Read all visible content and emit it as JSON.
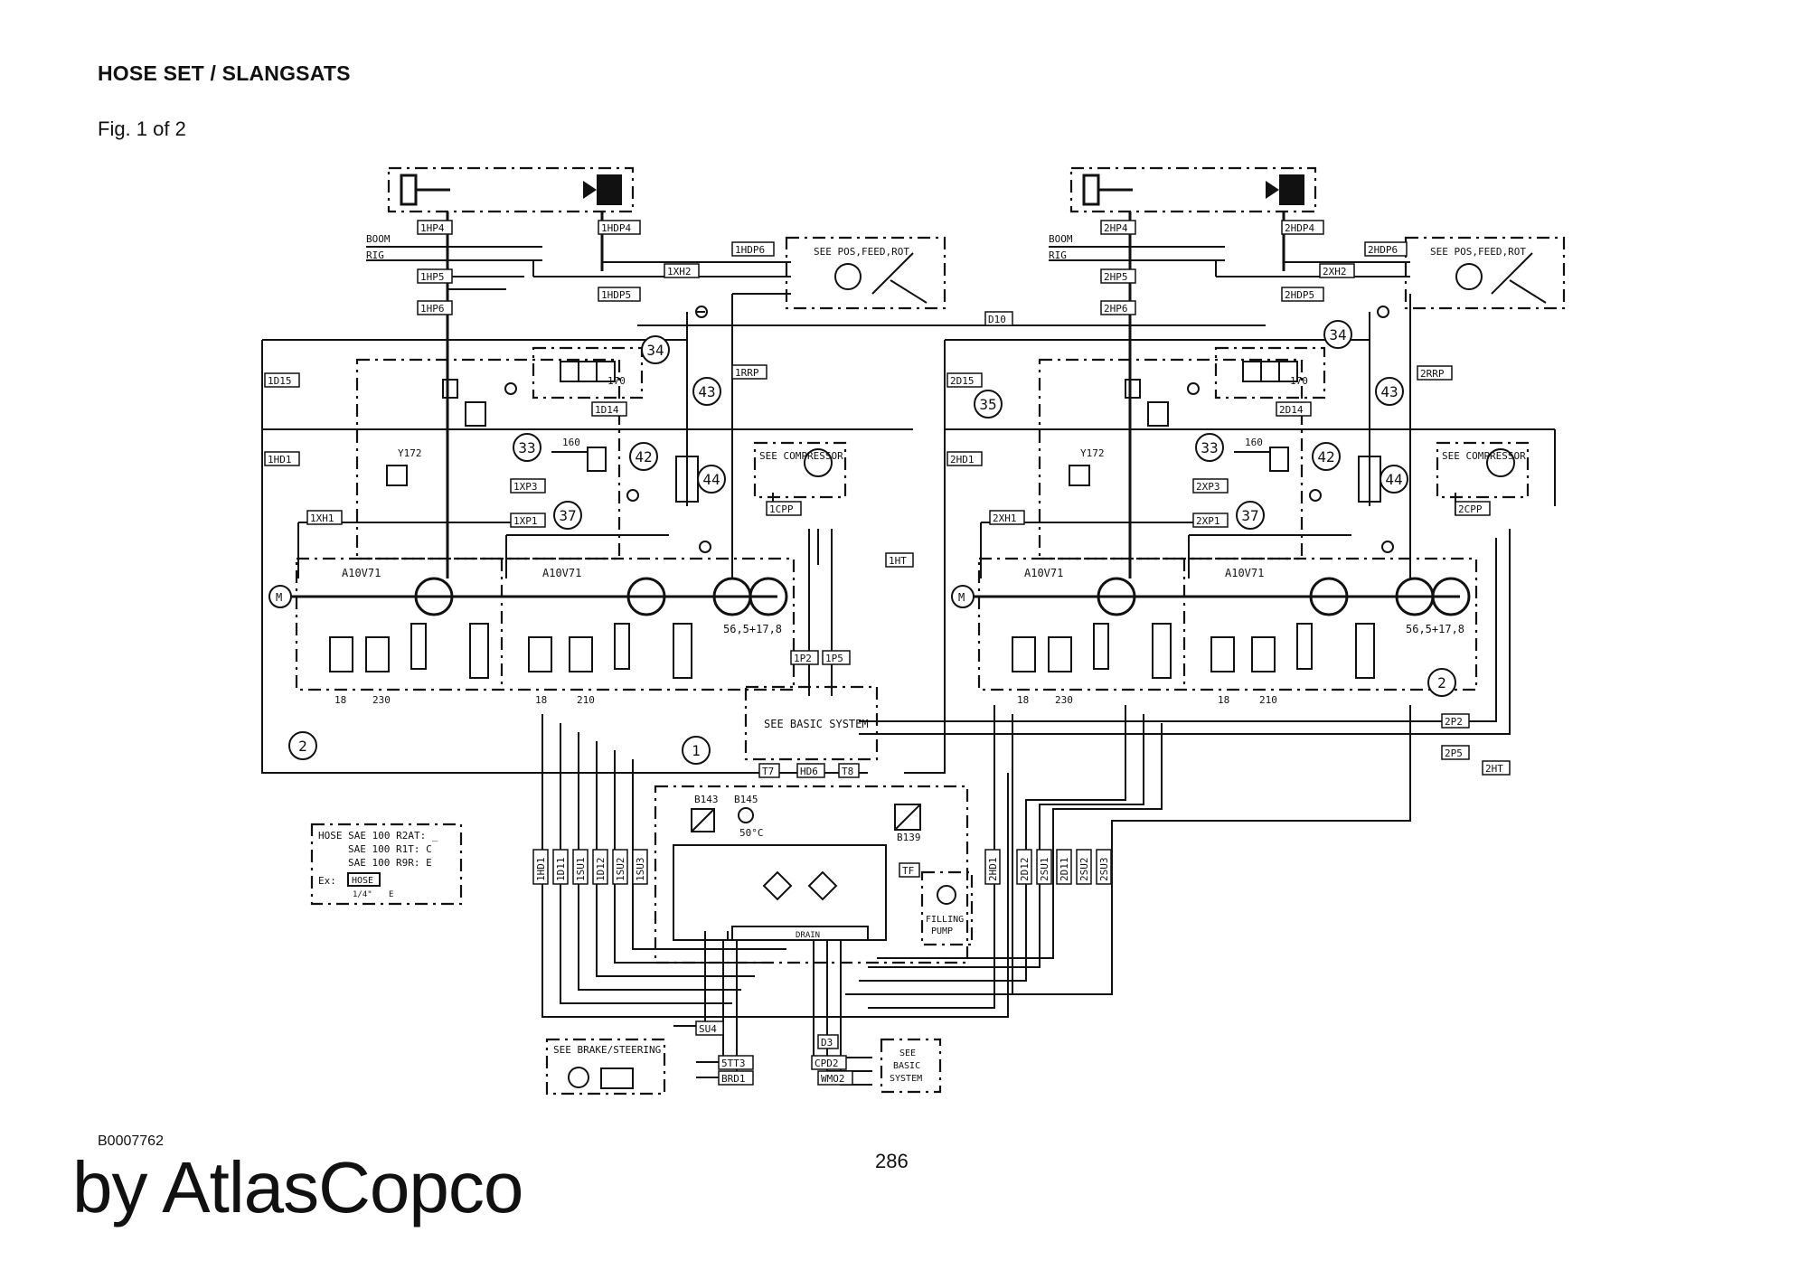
{
  "document": {
    "title": "HOSE SET / SLANGSATS",
    "figure": "Fig. 1 of 2",
    "code": "B0007762",
    "page_number": "286",
    "brand": "by AtlasCopco"
  },
  "legend": {
    "line1": "HOSE SAE 100 R2AT: _",
    "line2": "SAE 100 R1T: C",
    "line3": "SAE 100 R9R: E",
    "example": "Ex:",
    "sample": "HOSE",
    "sample_size": "1/4\"",
    "sample_type": "E"
  },
  "labels": {
    "boom": "BOOM",
    "rig": "RIG",
    "see_pos": "SEE POS,FEED,ROT",
    "see_compressor": "SEE COMPRESSOR",
    "pump_type": "A10V71",
    "pump_disp": "56,5+17,8",
    "see_basic": "SEE BASIC SYSTEM",
    "see_brake": "SEE BRAKE/STEERING",
    "see_basic_short_1": "SEE",
    "see_basic_short_2": "BASIC",
    "see_basic_short_3": "SYSTEM",
    "filling_1": "FILLING",
    "filling_2": "PUMP",
    "drain": "DRAIN",
    "temp": "50°C",
    "motor": "M"
  },
  "hose_tags": {
    "left": [
      "1HP4",
      "1HDP4",
      "1HDP6",
      "1XH2",
      "1HP5",
      "1HDP5",
      "1HP6",
      "1D15",
      "1RRP",
      "1D14",
      "1HD1",
      "1XP3",
      "1XH1",
      "1XP1",
      "1CPP",
      "1HT",
      "1P2",
      "1P5",
      "T7",
      "HD6",
      "T8",
      "1HD1",
      "1D11",
      "1SU1",
      "1D12",
      "1SU2",
      "1SU3"
    ],
    "right": [
      "2HP4",
      "2HDP4",
      "2HDP6",
      "2XH2",
      "2HP5",
      "2HDP5",
      "2HP6",
      "D10",
      "2D15",
      "2RRP",
      "2D14",
      "2HD1",
      "2XP3",
      "2XH1",
      "2XP1",
      "2CPP",
      "2P2",
      "2P5",
      "2HT",
      "2HD1",
      "2D12",
      "2SU1",
      "2D11",
      "2SU2",
      "2SU3",
      "TF"
    ],
    "bottom": [
      "SU4",
      "5TT3",
      "BRD1",
      "D3",
      "CPD2",
      "WMO2"
    ]
  },
  "components": {
    "b143": "B143",
    "b145": "B145",
    "b139": "B139",
    "y172": "Y172",
    "v160": "160",
    "v170": "170",
    "x18": "18",
    "v230": "230",
    "v210": "210"
  },
  "callouts": [
    "1",
    "2",
    "33",
    "34",
    "35",
    "37",
    "42",
    "43",
    "44"
  ]
}
